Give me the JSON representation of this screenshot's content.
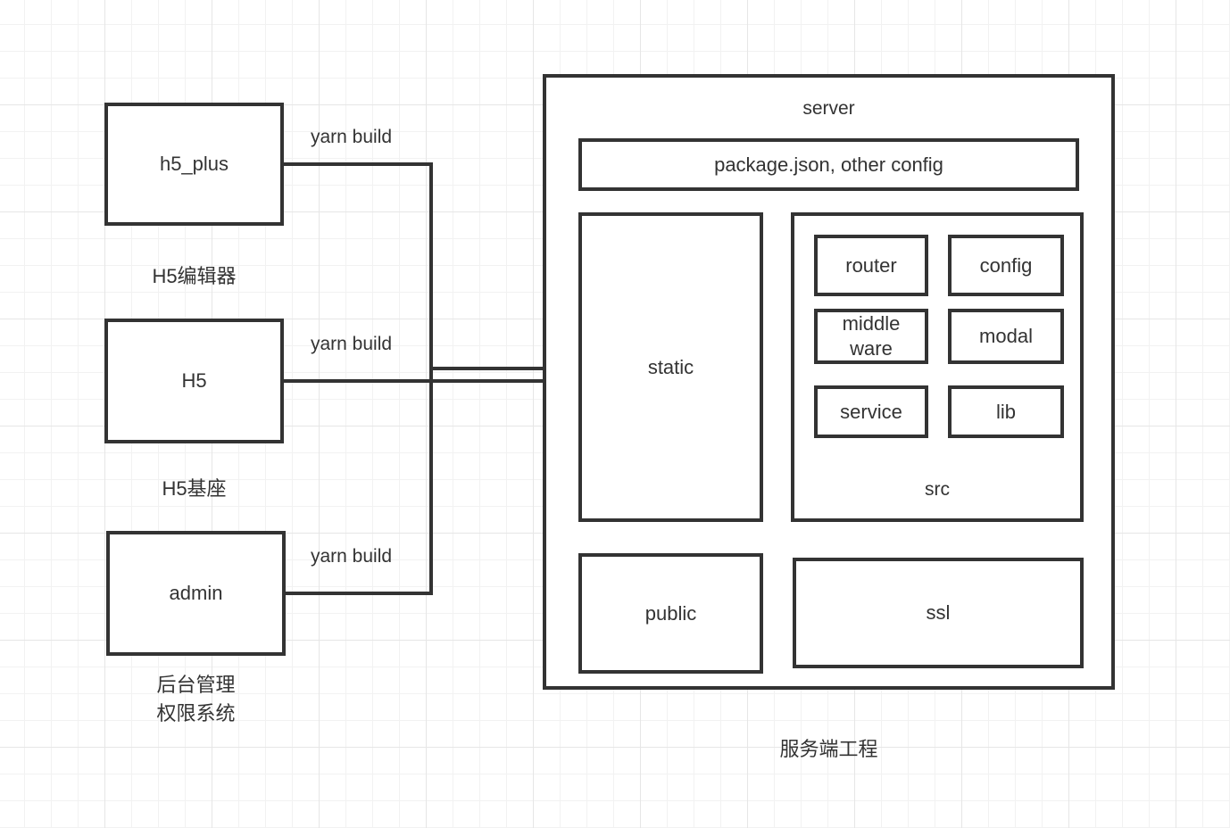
{
  "diagram": {
    "clients": [
      {
        "label": "h5_plus",
        "caption": "H5编辑器",
        "edge_label": "yarn build"
      },
      {
        "label": "H5",
        "caption": "H5基座",
        "edge_label": "yarn build"
      },
      {
        "label": "admin",
        "caption_lines": [
          "后台管理",
          "权限系统"
        ],
        "edge_label": "yarn build"
      }
    ],
    "server": {
      "title": "server",
      "caption": "服务端工程",
      "config_box_label": "package.json, other config",
      "static_label": "static",
      "public_label": "public",
      "ssl_label": "ssl",
      "src": {
        "label": "src",
        "items": [
          {
            "label": "router"
          },
          {
            "label": "config"
          },
          {
            "label": "middle\nware"
          },
          {
            "label": "modal"
          },
          {
            "label": "service"
          },
          {
            "label": "lib"
          }
        ]
      }
    },
    "colors": {
      "stroke": "#333333",
      "text": "#333333",
      "background": "#ffffff",
      "grid_minor": "#f2f2f2",
      "grid_major": "#e6e6e6"
    }
  }
}
